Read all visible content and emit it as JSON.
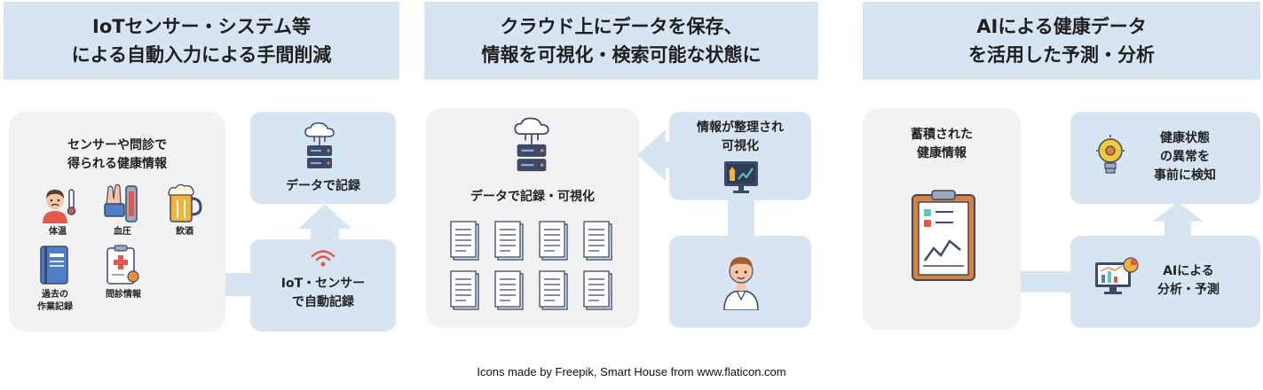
{
  "headers": {
    "col1": "IoTセンサー・システム等\nによる自動入力による手間削減",
    "col2": "クラウド上にデータを保存、\n情報を可視化・検索可能な状態に",
    "col3": "AIによる健康データ\nを活用した予測・分析"
  },
  "col1": {
    "panel_title": "センサーや問診で\n得られる健康情報",
    "items": [
      "体温",
      "血圧",
      "飲酒",
      "過去の\n作業記録",
      "問診情報"
    ],
    "record_label": "データで記録",
    "sensor_label": "IoT・センサー\nで自動記録"
  },
  "col2": {
    "panel_label": "データで記録・可視化",
    "organized_label": "情報が整理され\n可視化"
  },
  "col3": {
    "accumulated_label": "蓄積された\n健康情報",
    "detect_label": "健康状態\nの異常を\n事前に検知",
    "ai_label": "AIによる\n分析・予測"
  },
  "credit": "Icons made by Freepik, Smart House from www.flaticon.com",
  "colors": {
    "header_bg": "#d7e4f2",
    "panel_grey": "#f2f2f2",
    "box_blue": "#d7e4f2",
    "icon_navy": "#3b4a6b",
    "accent_orange": "#f08a3c",
    "accent_red": "#e4574d"
  }
}
